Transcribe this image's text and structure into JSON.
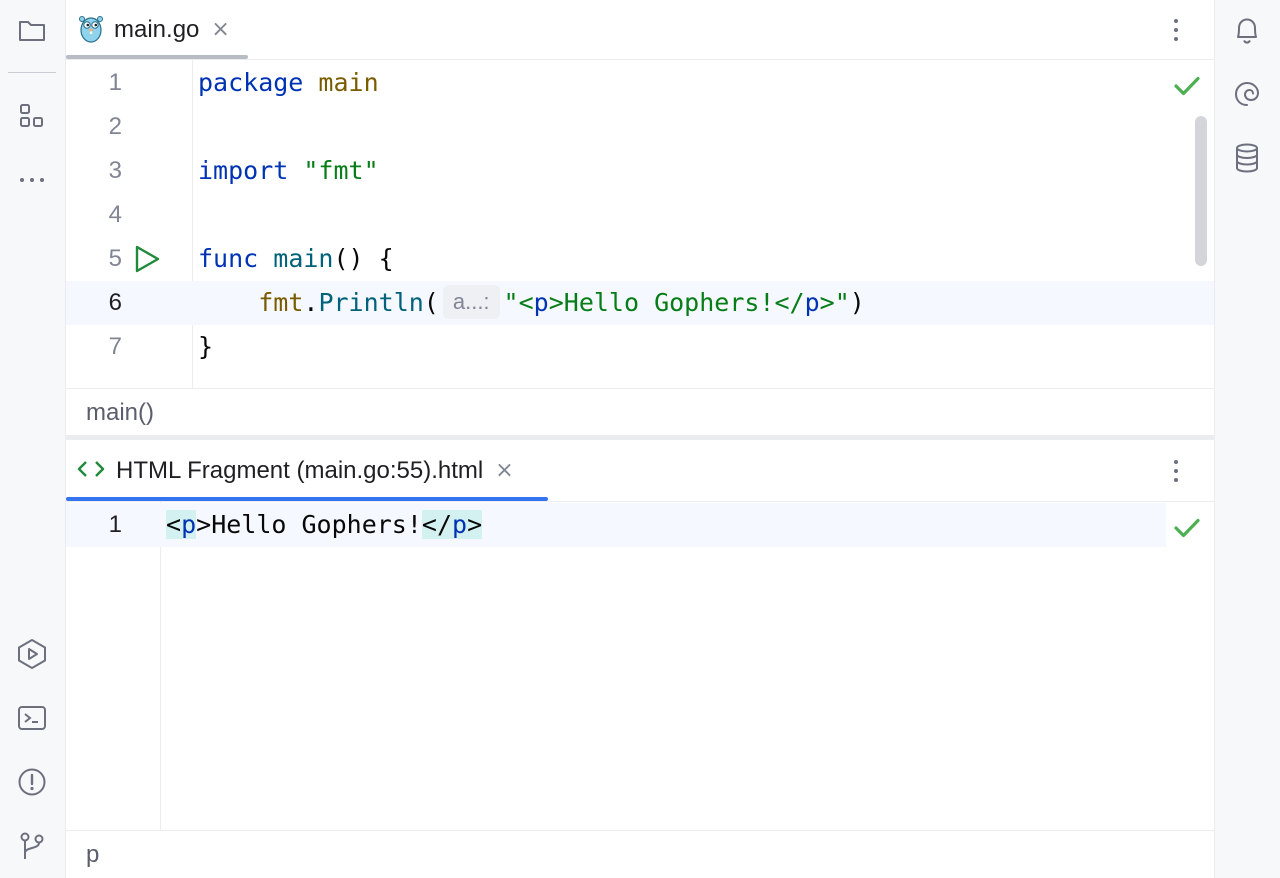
{
  "top_tab": {
    "label": "main.go",
    "close": "×"
  },
  "go_code": {
    "line_numbers": [
      "1",
      "2",
      "3",
      "4",
      "5",
      "6",
      "7"
    ],
    "l1_kw": "package",
    "l1_name": "main",
    "l3_kw": "import",
    "l3_str": "\"fmt\"",
    "l5_kw": "func",
    "l5_fn": "main",
    "l5_rest": "() {",
    "l6_pkg": "fmt",
    "l6_dot": ".",
    "l6_fn": "Println",
    "l6_paren": "(",
    "l6_hint": "a...:",
    "l6_q1": "\"<",
    "l6_tag1": "p",
    "l6_mid": ">Hello Gophers!</",
    "l6_tag2": "p",
    "l6_q2": ">\"",
    "l6_close": ")",
    "l7": "}"
  },
  "breadcrumb": "main()",
  "fragment_tab": {
    "label": "HTML Fragment (main.go:55).html",
    "close": "×"
  },
  "html_code": {
    "line_number": "1",
    "open_lt": "<",
    "open_tag": "p",
    "open_gt": ">",
    "text": "Hello Gophers!",
    "close_lt": "</",
    "close_tag": "p",
    "close_gt": ">"
  },
  "status_path": "p",
  "colors": {
    "accent": "#3574f0",
    "ok": "#4caf50",
    "run": "#208a3c"
  },
  "icons": {
    "left_top": [
      "folder-icon",
      "structure-icon",
      "more-icon"
    ],
    "left_bottom": [
      "run-services-icon",
      "terminal-icon",
      "problems-icon",
      "git-icon"
    ],
    "right": [
      "notifications-icon",
      "ai-assistant-icon",
      "database-icon"
    ]
  }
}
